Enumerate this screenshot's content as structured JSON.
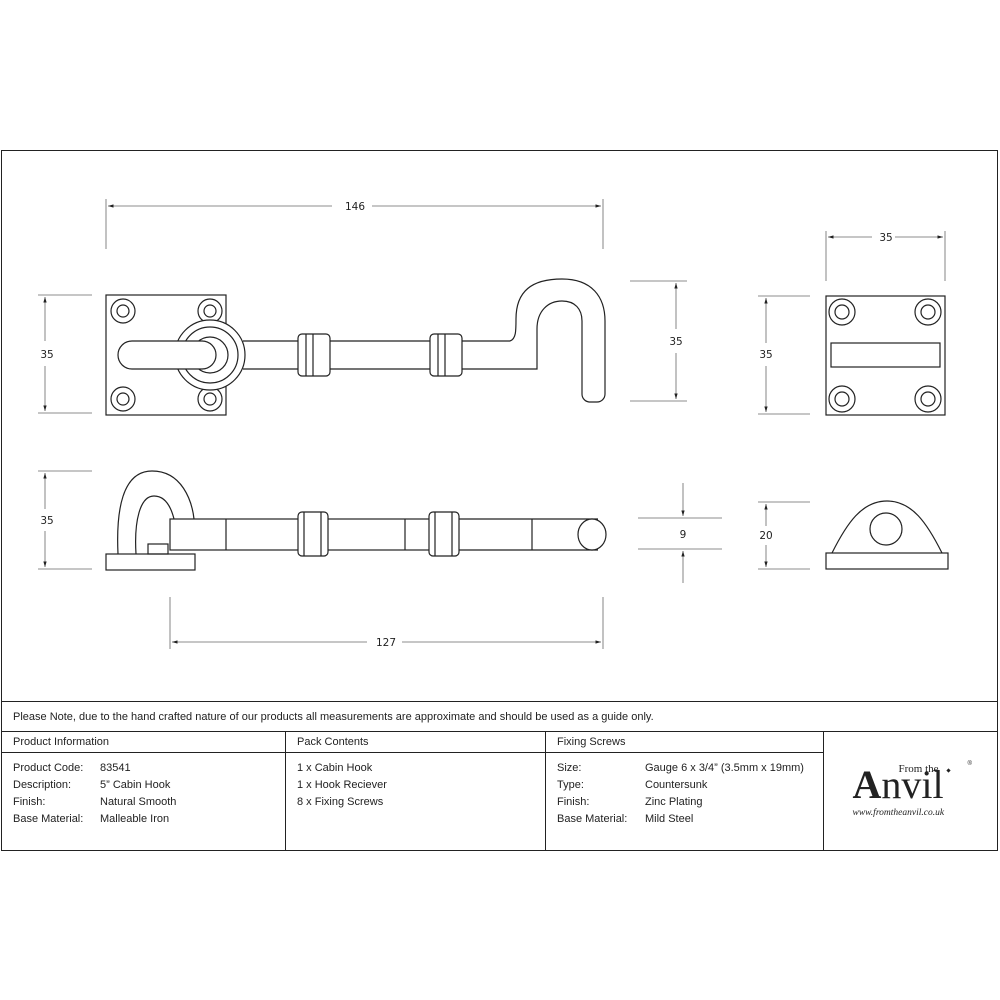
{
  "drawing": {
    "top_view": {
      "overall_length": "146",
      "plate_height": "35",
      "hook_height": "35"
    },
    "side_view": {
      "height": "35",
      "bar_length": "127",
      "bar_diameter": "9"
    },
    "receiver_top": {
      "width": "35",
      "height": "35"
    },
    "receiver_side": {
      "height": "20"
    }
  },
  "note": "Please Note, due to the hand crafted nature of our products all measurements are approximate and should be used as a guide only.",
  "product_info": {
    "title": "Product Information",
    "rows": [
      {
        "label": "Product Code:",
        "value": "83541"
      },
      {
        "label": "Description:",
        "value": "5” Cabin Hook"
      },
      {
        "label": "Finish:",
        "value": "Natural Smooth"
      },
      {
        "label": "Base Material:",
        "value": "Malleable Iron"
      }
    ]
  },
  "pack_contents": {
    "title": "Pack Contents",
    "items": [
      "1 x Cabin Hook",
      "1 x Hook Reciever",
      "8 x Fixing Screws"
    ]
  },
  "fixing_screws": {
    "title": "Fixing Screws",
    "rows": [
      {
        "label": "Size:",
        "value": "Gauge 6 x 3/4” (3.5mm x 19mm)"
      },
      {
        "label": "Type:",
        "value": "Countersunk"
      },
      {
        "label": "Finish:",
        "value": "Zinc Plating"
      },
      {
        "label": "Base Material:",
        "value": "Mild Steel"
      }
    ]
  },
  "logo": {
    "from_the": "From the",
    "brand_first": "A",
    "brand_rest": "nvil",
    "registered": "®",
    "url": "www.fromtheanvil.co.uk"
  }
}
